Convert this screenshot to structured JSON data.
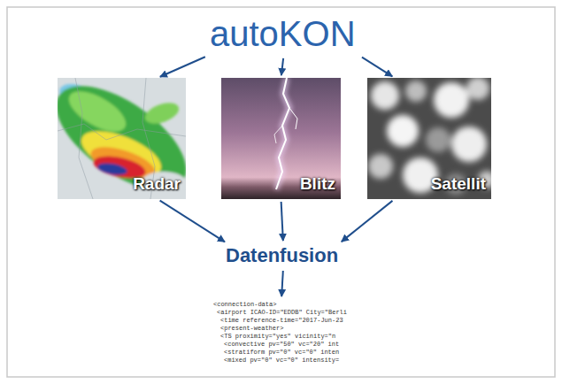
{
  "diagram": {
    "nodes": [
      {
        "text": [
          "autoKON"
        ]
      },
      {
        "text": [
          "Radar"
        ]
      },
      {
        "text": [
          "Blitz"
        ]
      },
      {
        "text": [
          "Satellit"
        ]
      },
      {
        "text": [
          "Datenfusion"
        ]
      },
      {
        "text": [
          "<connection-data>",
          "<airport ICAO-ID=\"EDDB\" City=\"Berli",
          "<time reference-time=\"2017-Jun-23",
          "<present-weather>",
          "<TS proximity=\"yes\" vicinity=\"n",
          "<convective pv=\"50\" vc=\"20\" int",
          "<stratiform pv=\"0\" vc=\"0\" inten",
          "<mixed pv=\"0\" vc=\"0\" intensity="
        ]
      }
    ],
    "edges": [
      {
        "from": 0,
        "to": 1,
        "arrow": "to"
      },
      {
        "from": 0,
        "to": 2,
        "arrow": "to"
      },
      {
        "from": 0,
        "to": 3,
        "arrow": "to"
      },
      {
        "from": 1,
        "to": 4,
        "arrow": "to"
      },
      {
        "from": 2,
        "to": 4,
        "arrow": "to"
      },
      {
        "from": 3,
        "to": 4,
        "arrow": "to"
      },
      {
        "from": 4,
        "to": 5,
        "arrow": "to"
      }
    ]
  }
}
